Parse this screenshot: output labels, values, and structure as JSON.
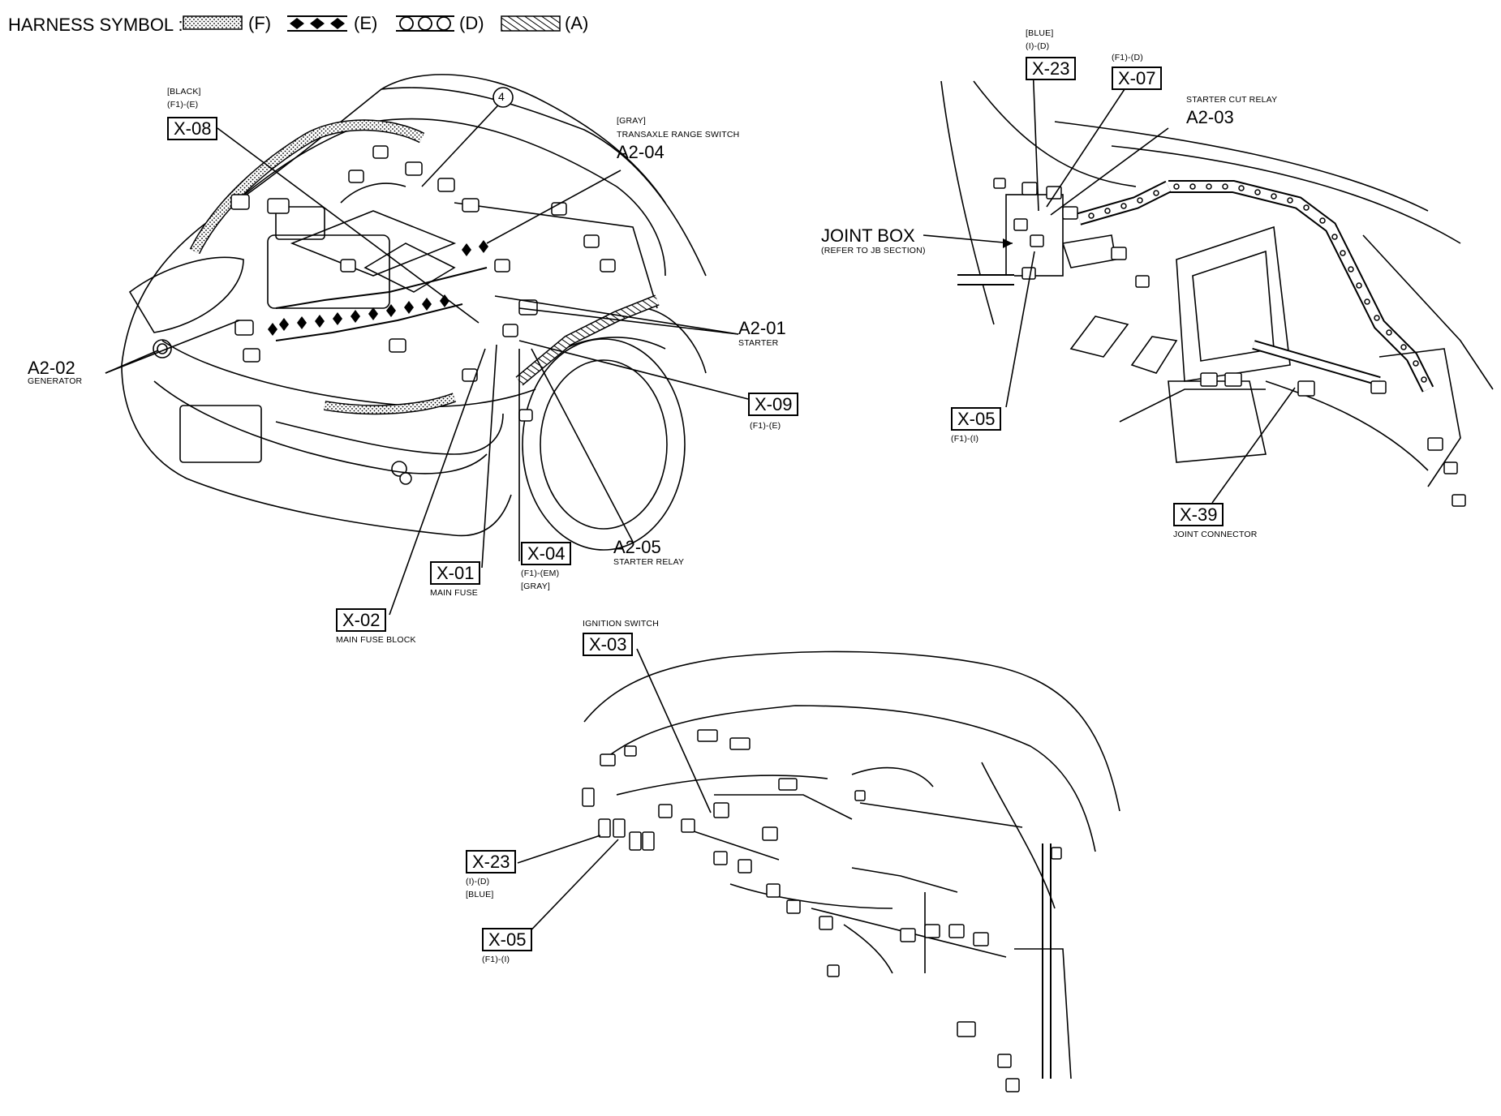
{
  "legend": {
    "title": "HARNESS SYMBOL :",
    "items": [
      {
        "symbol": "dotted-band",
        "code": "(F)"
      },
      {
        "symbol": "diamond-chain",
        "code": "(E)"
      },
      {
        "symbol": "circle-chain",
        "code": "(D)"
      },
      {
        "symbol": "hatched-band",
        "code": "(A)"
      }
    ]
  },
  "engine_view": {
    "circle_marker": "4",
    "x08": {
      "code": "X-08",
      "color": "[BLACK]",
      "harness": "(F1)-(E)"
    },
    "a204": {
      "code": "A2-04",
      "color": "[GRAY]",
      "name": "TRANSAXLE RANGE SWITCH"
    },
    "a201": {
      "code": "A2-01",
      "name": "STARTER"
    },
    "a202": {
      "code": "A2-02",
      "name": "GENERATOR"
    },
    "x09": {
      "code": "X-09",
      "harness": "(F1)-(E)"
    },
    "a205": {
      "code": "A2-05",
      "name": "STARTER RELAY"
    },
    "x04": {
      "code": "X-04",
      "harness": "(F1)-(EM)",
      "color": "[GRAY]"
    },
    "x01": {
      "code": "X-01",
      "name": "MAIN FUSE"
    },
    "x02": {
      "code": "X-02",
      "name": "MAIN FUSE BLOCK"
    }
  },
  "cabin_view": {
    "x23": {
      "code": "X-23",
      "color": "[BLUE]",
      "harness": "(I)-(D)"
    },
    "x07": {
      "code": "X-07",
      "harness": "(F1)-(D)"
    },
    "a203": {
      "code": "A2-03",
      "name": "STARTER CUT RELAY"
    },
    "joint_box": {
      "name": "JOINT BOX",
      "note": "(REFER TO JB SECTION)"
    },
    "x05": {
      "code": "X-05",
      "harness": "(F1)-(I)"
    },
    "x39": {
      "code": "X-39",
      "name": "JOINT CONNECTOR"
    }
  },
  "dash_view": {
    "x03": {
      "code": "X-03",
      "name": "IGNITION SWITCH"
    },
    "x23": {
      "code": "X-23",
      "harness": "(I)-(D)",
      "color": "[BLUE]"
    },
    "x05": {
      "code": "X-05",
      "harness": "(F1)-(I)"
    }
  }
}
